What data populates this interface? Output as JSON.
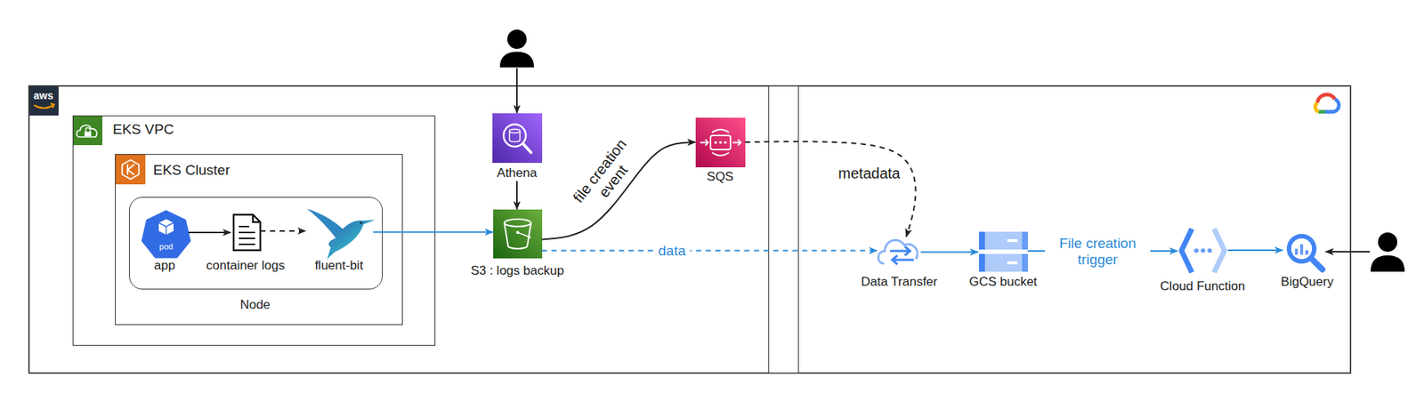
{
  "diagram": {
    "nodes": [
      {
        "text": [
          "aws"
        ]
      },
      {
        "text": [
          "EKS VPC"
        ],
        "in": 0
      },
      {
        "text": [
          "EKS Cluster"
        ],
        "in": 1
      },
      {
        "text": [
          "Node"
        ],
        "in": 2
      },
      {
        "text": [
          "app"
        ],
        "in": 3
      },
      {
        "text": [
          "container logs"
        ],
        "in": 3
      },
      {
        "text": [
          "fluent-bit"
        ],
        "in": 3
      },
      {
        "text": []
      },
      {
        "text": [
          "Athena"
        ],
        "in": 0
      },
      {
        "text": [
          "S3 : logs backup"
        ],
        "in": 0
      },
      {
        "text": [
          "SQS"
        ],
        "in": 0
      },
      {
        "text": []
      },
      {
        "text": [
          "Data Transfer"
        ],
        "in": 11
      },
      {
        "text": [
          "GCS bucket"
        ],
        "in": 11
      },
      {
        "text": [
          "Cloud Function"
        ],
        "in": 11
      },
      {
        "text": [
          "BigQuery"
        ],
        "in": 11
      },
      {
        "text": []
      }
    ],
    "edges": [
      {
        "from": 4,
        "to": 5,
        "arrow": "to"
      },
      {
        "from": 5,
        "to": 6,
        "arrow": "to"
      },
      {
        "from": 6,
        "to": 9,
        "arrow": "to"
      },
      {
        "from": 7,
        "to": 8,
        "arrow": "to"
      },
      {
        "from": 8,
        "to": 9,
        "arrow": "to"
      },
      {
        "from": 9,
        "to": 10,
        "label": "file creation event",
        "arrow": "to"
      },
      {
        "from": 10,
        "to": 12,
        "label": "metadata",
        "arrow": "to"
      },
      {
        "from": 9,
        "to": 12,
        "label": "data",
        "arrow": "to"
      },
      {
        "from": 12,
        "to": 13,
        "arrow": "to"
      },
      {
        "from": 13,
        "to": 14,
        "label": "File creation trigger",
        "arrow": "to"
      },
      {
        "from": 14,
        "to": 15,
        "arrow": "to"
      },
      {
        "from": 16,
        "to": 15,
        "arrow": "to"
      }
    ],
    "labels": [
      "pod"
    ]
  }
}
